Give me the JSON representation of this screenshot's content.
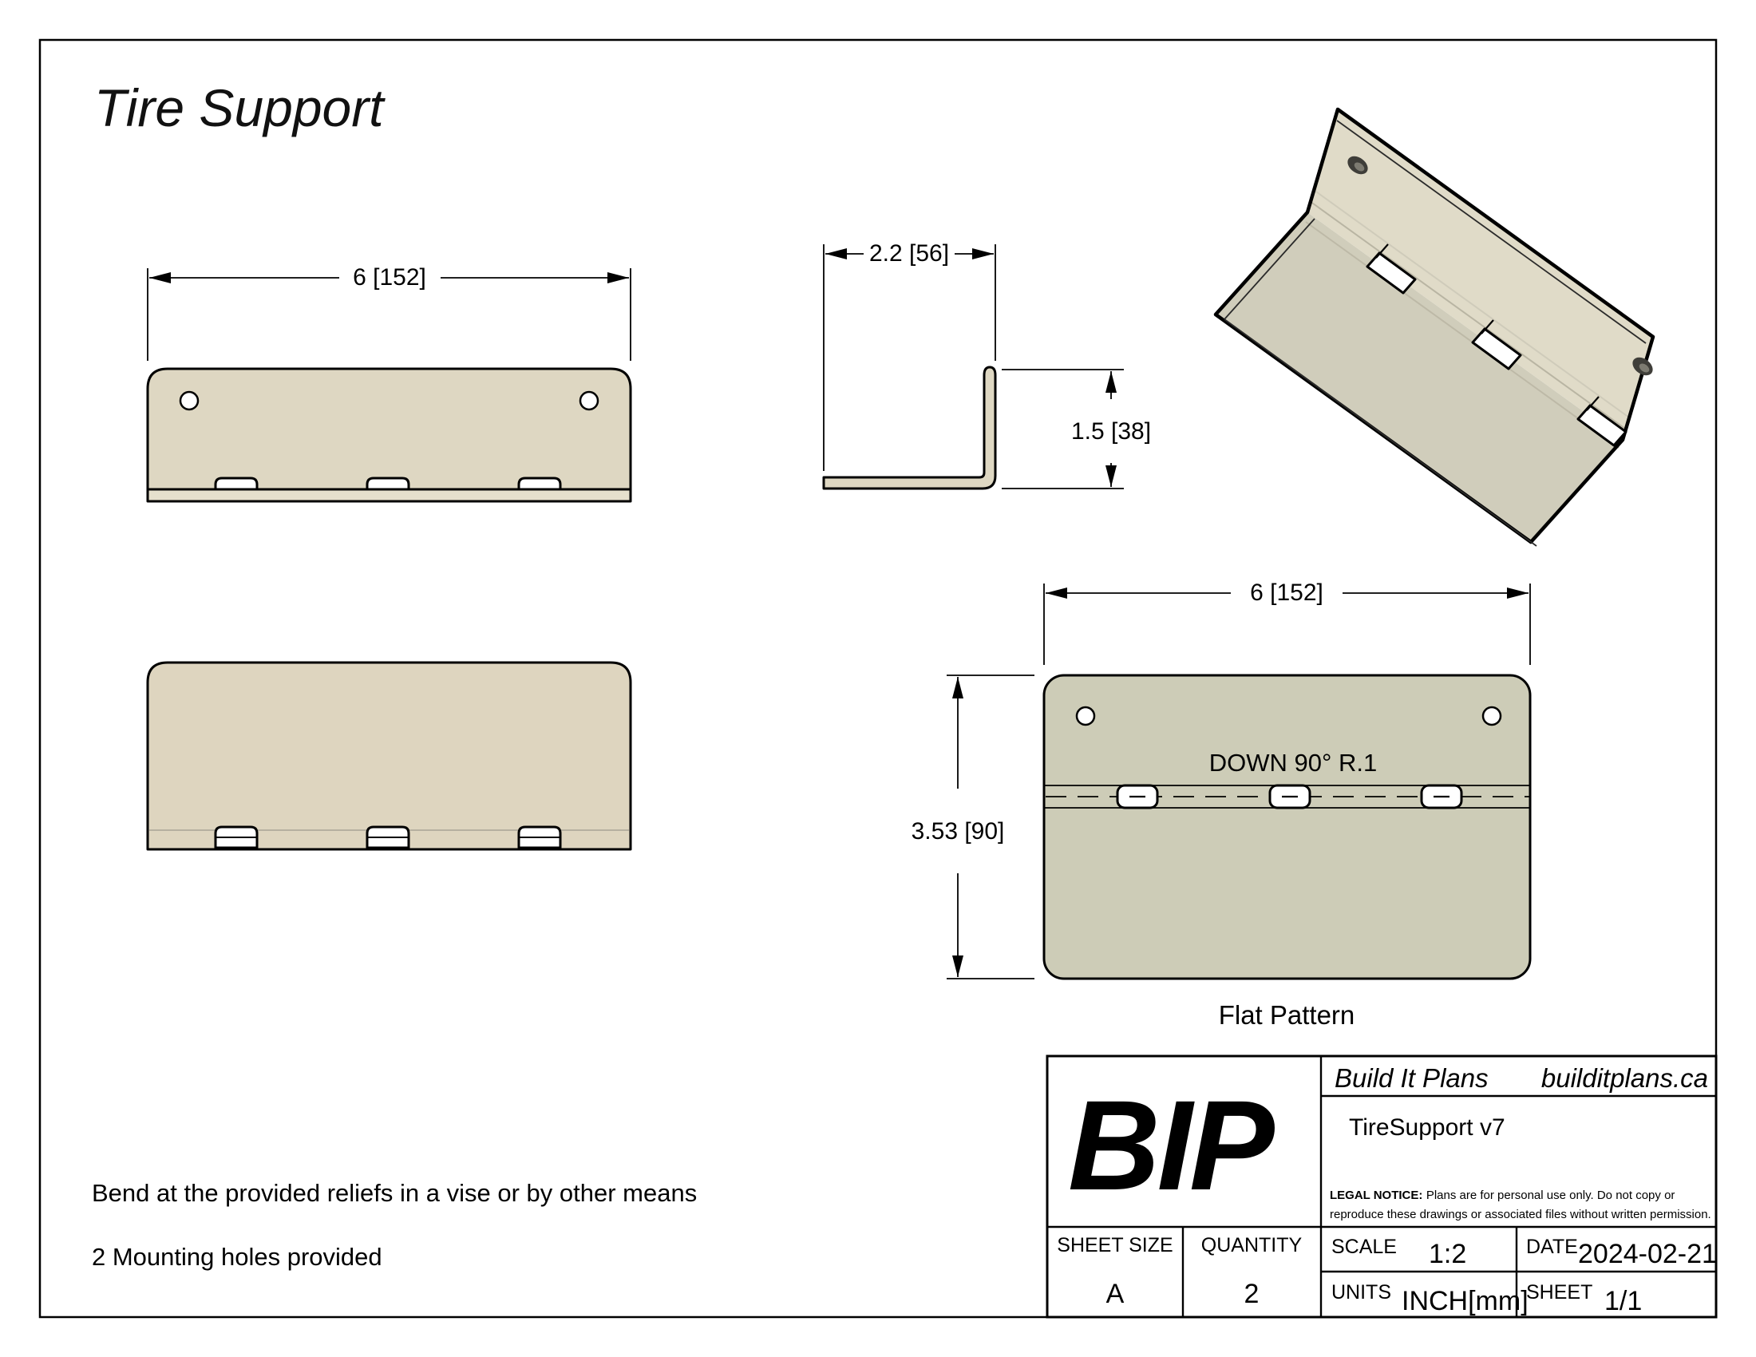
{
  "page": {
    "title": "Tire Support"
  },
  "views": {
    "top": {
      "dim_width": "6 [152]"
    },
    "side": {
      "dim_depth": "2.2 [56]",
      "dim_height": "1.5 [38]"
    },
    "flat": {
      "dim_width": "6 [152]",
      "dim_height": "3.53 [90]",
      "bend_note": "DOWN 90° R.1",
      "label": "Flat Pattern"
    }
  },
  "notes": [
    "Bend at the provided reliefs in a vise or by other means",
    "2 Mounting holes provided"
  ],
  "title_block": {
    "logo": "BIP",
    "company": "Build It Plans",
    "website": "builditplans.ca",
    "part_name": "TireSupport v7",
    "legal_label": "LEGAL NOTICE:",
    "legal_line1": " Plans are for personal use only. Do not copy or",
    "legal_line2": "reproduce these drawings or associated files without written permission.",
    "sheet_size_label": "SHEET SIZE",
    "sheet_size": "A",
    "quantity_label": "QUANTITY",
    "quantity": "2",
    "scale_label": "SCALE",
    "scale": "1:2",
    "date_label": "DATE",
    "date": "2024-02-21",
    "units_label": "UNITS",
    "units": "INCH[mm]",
    "sheet_label": "SHEET",
    "sheet": "1/1"
  },
  "colors": {
    "part_fill": "#ded7c2",
    "flat_fill": "#cdccb7",
    "iso_wall_fill": "#e0dbc8",
    "iso_flange_fill": "#d0cdbb",
    "outline": "#000000",
    "background": "#ffffff"
  }
}
